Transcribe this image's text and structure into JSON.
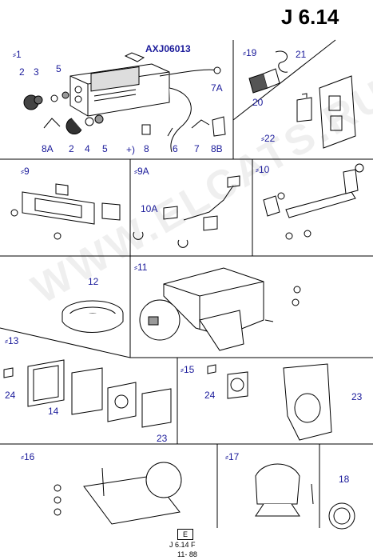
{
  "page_code": "J 6.14",
  "part_number": "AXJ06013",
  "watermark": "WWW.ELCATS.RU",
  "sections": [
    {
      "id": "s1",
      "label": "1"
    },
    {
      "id": "s19",
      "label": "19"
    },
    {
      "id": "s22",
      "label": "22"
    },
    {
      "id": "s9",
      "label": "9"
    },
    {
      "id": "s9A",
      "label": "9A"
    },
    {
      "id": "s10",
      "label": "10"
    },
    {
      "id": "s11",
      "label": "11"
    },
    {
      "id": "s13",
      "label": "13"
    },
    {
      "id": "s15",
      "label": "15"
    },
    {
      "id": "s16",
      "label": "16"
    },
    {
      "id": "s17",
      "label": "17"
    }
  ],
  "callouts": {
    "c2a": "2",
    "c3": "3",
    "c5a": "5",
    "c8A": "8A",
    "c2b": "2",
    "c4": "4",
    "c5b": "5",
    "c8": "8",
    "c6": "6",
    "c7": "7",
    "c8B": "8B",
    "c7A": "7A",
    "cplus": "+)",
    "c21": "21",
    "c20": "20",
    "c10A": "10A",
    "c12": "12",
    "c24a": "24",
    "c14": "14",
    "c23a": "23",
    "c24b": "24",
    "c23b": "23",
    "c18": "18"
  },
  "footer": {
    "box": "E",
    "line1": "J   6.14  F",
    "line2": "11- 88"
  }
}
